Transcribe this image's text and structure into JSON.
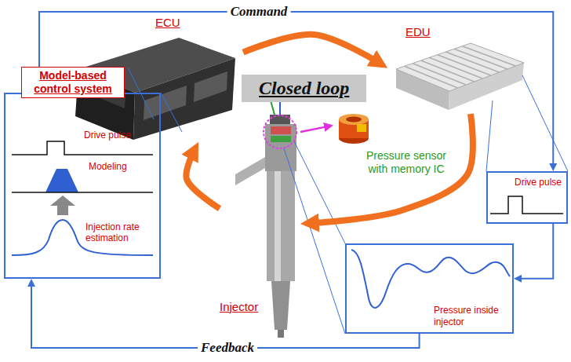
{
  "diagram": {
    "nodes": [
      {
        "text": [
          "ECU"
        ]
      },
      {
        "text": [
          "EDU"
        ]
      },
      {
        "text": [
          "Closed loop"
        ]
      },
      {
        "text": [
          "Pressure sensor with memory IC"
        ]
      },
      {
        "text": [
          "Injector"
        ]
      },
      {
        "text": [
          "Model-based control system",
          "Drive pulse",
          "Modeling",
          "Injection rate estimation"
        ]
      },
      {
        "text": [
          "Drive pulse"
        ]
      },
      {
        "text": [
          "Pressure inside injector"
        ]
      }
    ],
    "edges": [
      {
        "from": 0,
        "to": 1,
        "arrow": "to"
      },
      {
        "from": 1,
        "to": 4,
        "arrow": "to"
      },
      {
        "from": 4,
        "to": 0,
        "arrow": "to"
      },
      {
        "from": 5,
        "to": 6,
        "arrow": "to",
        "label": "Command"
      },
      {
        "from": 6,
        "to": 7,
        "arrow": "to"
      },
      {
        "from": 7,
        "to": 5,
        "arrow": "to",
        "label": "Feedback"
      },
      {
        "from": 4,
        "to": 3,
        "arrow": "to"
      }
    ]
  }
}
